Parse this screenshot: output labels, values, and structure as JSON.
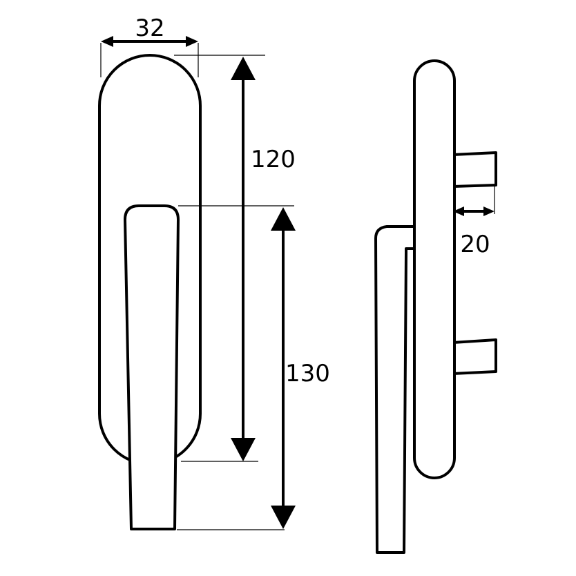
{
  "dimensions": {
    "width_label": "32",
    "rose_length_label": "120",
    "lever_length_label": "130",
    "spindle_depth_label": "20"
  },
  "colors": {
    "line": "#000000",
    "background": "#ffffff"
  }
}
